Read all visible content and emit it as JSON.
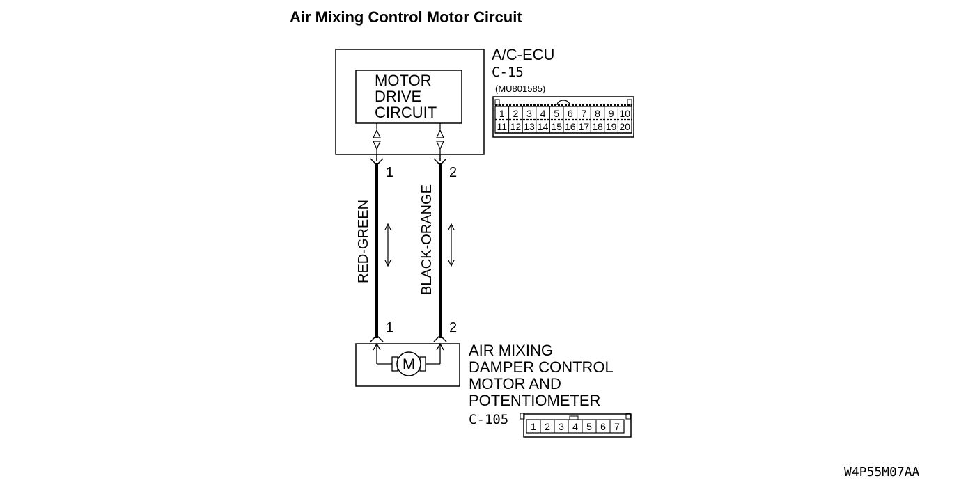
{
  "title": "Air Mixing Control Motor Circuit",
  "ecu": {
    "name": "A/C-ECU",
    "connector": "C-15",
    "part_number": "(MU801585)",
    "block_label_lines": [
      "MOTOR",
      "DRIVE",
      "CIRCUIT"
    ],
    "pins_top": [
      "1",
      "2",
      "3",
      "4",
      "5",
      "6",
      "7",
      "8",
      "9",
      "10"
    ],
    "pins_bottom": [
      "11",
      "12",
      "13",
      "14",
      "15",
      "16",
      "17",
      "18",
      "19",
      "20"
    ]
  },
  "wires": [
    {
      "ecu_pin": "1",
      "color": "RED-GREEN",
      "device_pin": "1"
    },
    {
      "ecu_pin": "2",
      "color": "BLACK-ORANGE",
      "device_pin": "2"
    }
  ],
  "motor_symbol": "M",
  "device": {
    "name_lines": [
      "AIR MIXING",
      "DAMPER CONTROL",
      "MOTOR AND",
      "POTENTIOMETER"
    ],
    "connector": "C-105",
    "pins": [
      "1",
      "2",
      "3",
      "4",
      "5",
      "6",
      "7"
    ]
  },
  "figure_code": "W4P55M07AA"
}
